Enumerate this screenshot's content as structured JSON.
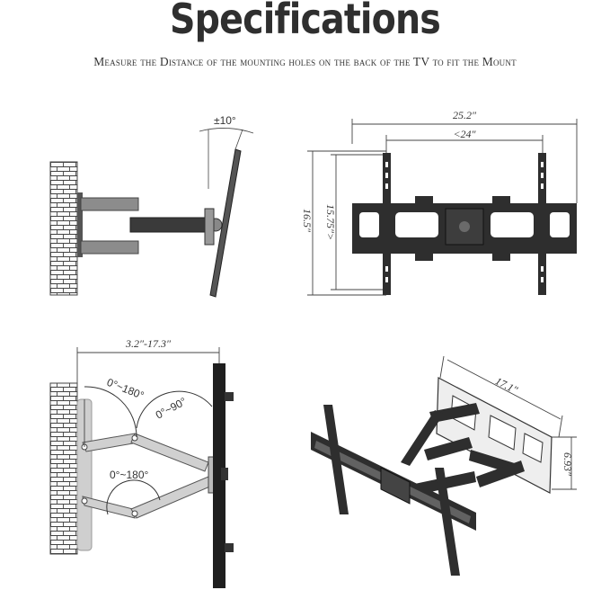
{
  "header": {
    "title": "Specifications",
    "subtitle": "Measure the Distance of the mounting holes on the back of the TV to fit the Mount"
  },
  "side_tilt": {
    "tilt_label": "±10°"
  },
  "front_view": {
    "width_outer": "25.2″",
    "width_inner": "<24″",
    "height_outer": "16.5″",
    "height_inner": "15.75″>"
  },
  "top_view": {
    "extension": "3.2″-17.3″",
    "angle_1": "0°~180°",
    "angle_2": "0°~90°",
    "angle_3": "0°~180°"
  },
  "iso_view": {
    "width": "17.1″",
    "height": "6.93″"
  },
  "colors": {
    "metal_dark": "#2e2e2e",
    "metal_mid": "#7a7a7a",
    "wall": "#f4f4f4",
    "wall_shadow": "#c9c9c9"
  }
}
